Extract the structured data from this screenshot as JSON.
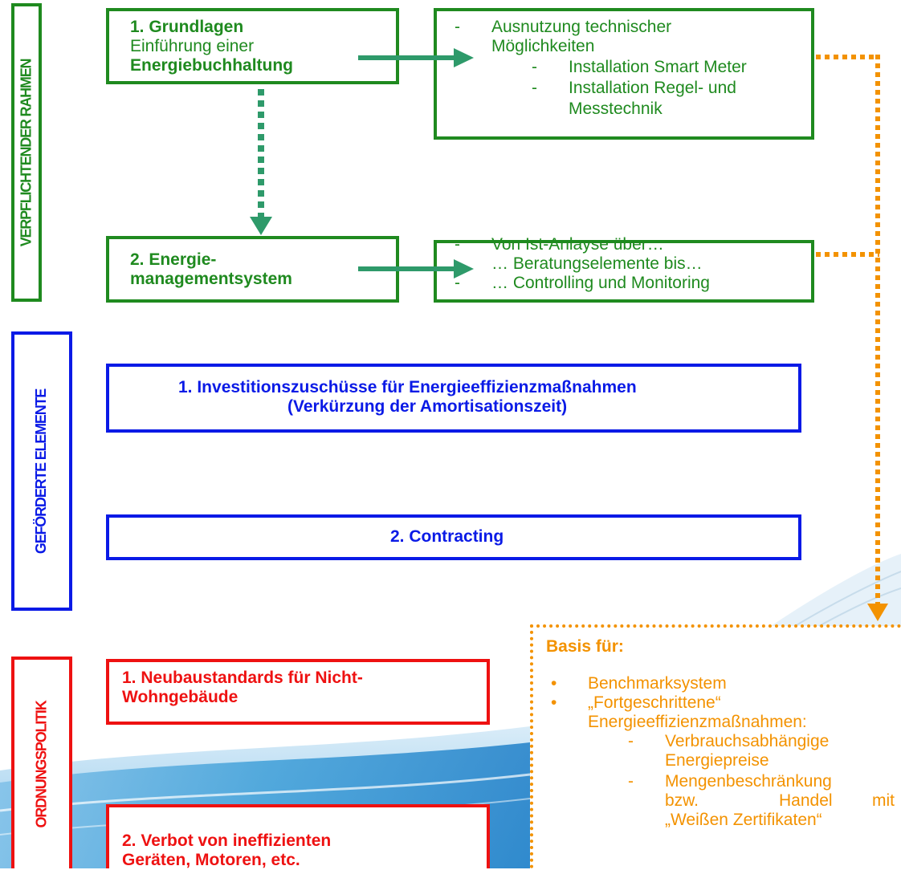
{
  "colors": {
    "green": "#1f8a1f",
    "blue": "#0a1ae6",
    "red": "#ee1111",
    "orange": "#f39200",
    "arrow_green": "#2e9a6a"
  },
  "sections": {
    "verpflichtend": "VERPFLICHTENDER RAHMEN",
    "gefoerdert": "GEFÖRDERTE ELEMENTE",
    "ordnung": "ORDNUNGSPOLITIK"
  },
  "grundlagen": {
    "title": "1. Grundlagen",
    "line2": "Einführung einer",
    "line3": "Energiebuchhaltung"
  },
  "technik": {
    "dash": "-",
    "item1_line1": "Ausnutzung technischer",
    "item1_line2": "Möglichkeiten",
    "sub1": "Installation Smart Meter",
    "sub2_line1": "Installation Regel- und",
    "sub2_line2": "Messtechnik"
  },
  "ems": {
    "line1": "2. Energie-",
    "line2": "managementsystem"
  },
  "analyse": {
    "dash": "-",
    "line1": "Von Ist-Anlayse über…",
    "line2": "… Beratungselemente bis…",
    "line3": "… Controlling und Monitoring"
  },
  "foerder": {
    "item1_line1": "1.   Investitionszuschüsse für Energieeffizienzmaßnahmen",
    "item1_line2": "(Verkürzung der Amortisationszeit)",
    "item2": "2. Contracting"
  },
  "ordnung": {
    "item1_line1": "1. Neubaustandards für Nicht-",
    "item1_line2": "Wohngebäude",
    "item2_line1": "2. Verbot von ineffizienten",
    "item2_line2": "Geräten, Motoren, etc."
  },
  "basis": {
    "title": "Basis für:",
    "bullet": "•",
    "dash": "-",
    "b1": "Benchmarksystem",
    "b2_line1": "„Fortgeschrittene“",
    "b2_line2": "Energieeffizienzmaßnahmen:",
    "s1_line1": "Verbrauchsabhängige",
    "s1_line2": "Energiepreise",
    "s2_line1": "Mengenbeschränkung",
    "s2_w1": "bzw.",
    "s2_w2": "Handel",
    "s2_w3": "mit",
    "s2_line3": "„Weißen Zertifikaten“"
  }
}
